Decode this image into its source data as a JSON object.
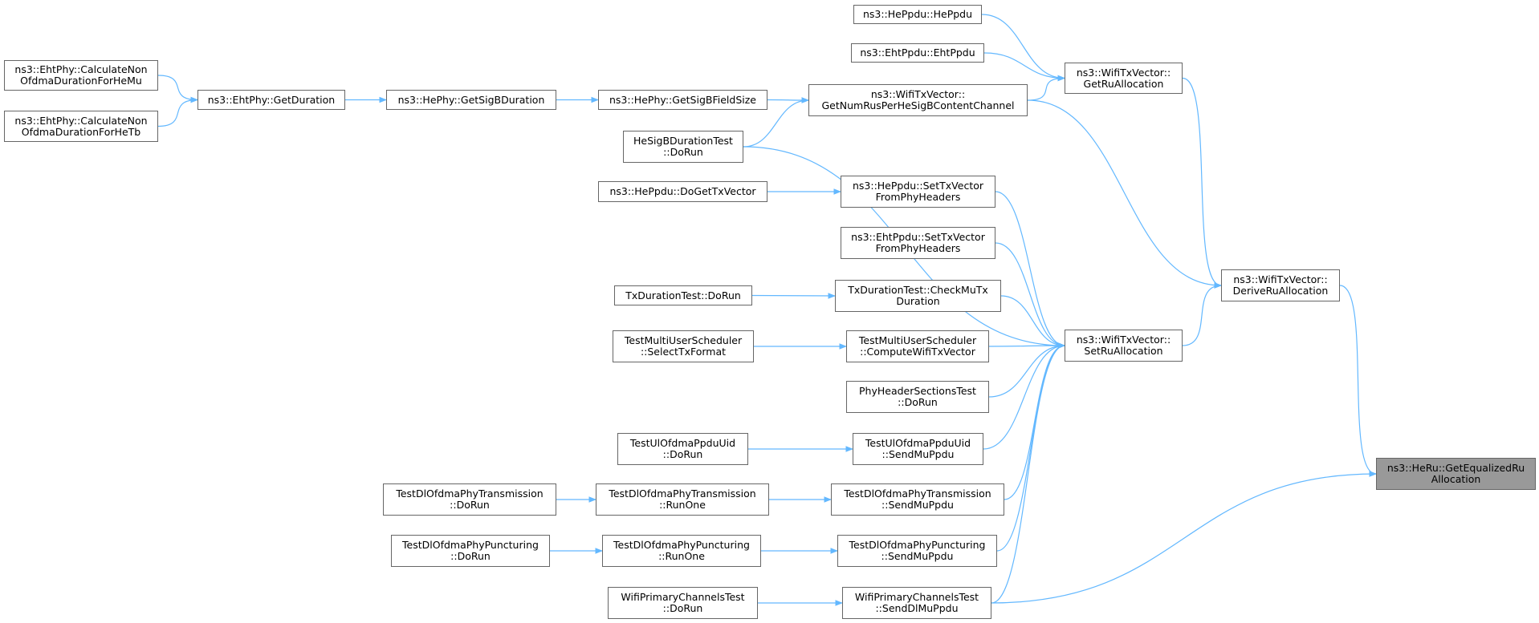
{
  "colors": {
    "edge": "#63b8ff",
    "node_border": "#666666",
    "root_fill": "#999999",
    "node_fill": "#ffffff"
  },
  "nodes": {
    "heppdu_heppdu": {
      "lines": [
        "ns3::HePpdu::HePpdu"
      ]
    },
    "ehtppdu_ehtppdu": {
      "lines": [
        "ns3::EhtPpdu::EhtPpdu"
      ]
    },
    "get_ru_allocation": {
      "lines": [
        "ns3::WifiTxVector::",
        "GetRuAllocation"
      ]
    },
    "calc_non_ofdma_hemu": {
      "lines": [
        "ns3::EhtPhy::CalculateNon",
        "OfdmaDurationForHeMu"
      ]
    },
    "calc_non_ofdma_hetb": {
      "lines": [
        "ns3::EhtPhy::CalculateNon",
        "OfdmaDurationForHeTb"
      ]
    },
    "ehtphy_getduration": {
      "lines": [
        "ns3::EhtPhy::GetDuration"
      ]
    },
    "hephy_getsigbduration": {
      "lines": [
        "ns3::HePhy::GetSigBDuration"
      ]
    },
    "hephy_getsigbfieldsize": {
      "lines": [
        "ns3::HePhy::GetSigBFieldSize"
      ]
    },
    "get_num_rus_per_hesigb": {
      "lines": [
        "ns3::WifiTxVector::",
        "GetNumRusPerHeSigBContentChannel"
      ]
    },
    "hesigb_duration_test_dorun": {
      "lines": [
        "HeSigBDurationTest",
        "::DoRun"
      ]
    },
    "heppdu_dogettxvector": {
      "lines": [
        "ns3::HePpdu::DoGetTxVector"
      ]
    },
    "heppdu_settxvector": {
      "lines": [
        "ns3::HePpdu::SetTxVector",
        "FromPhyHeaders"
      ]
    },
    "ehtppdu_settxvector": {
      "lines": [
        "ns3::EhtPpdu::SetTxVector",
        "FromPhyHeaders"
      ]
    },
    "derive_ru_allocation": {
      "lines": [
        "ns3::WifiTxVector::",
        "DeriveRuAllocation"
      ]
    },
    "txduration_test_dorun": {
      "lines": [
        "TxDurationTest::DoRun"
      ]
    },
    "txduration_checkmutx": {
      "lines": [
        "TxDurationTest::CheckMuTx",
        "Duration"
      ]
    },
    "set_ru_allocation": {
      "lines": [
        "ns3::WifiTxVector::",
        "SetRuAllocation"
      ]
    },
    "tmus_selecttxformat": {
      "lines": [
        "TestMultiUserScheduler",
        "::SelectTxFormat"
      ]
    },
    "tmus_computewifitxvector": {
      "lines": [
        "TestMultiUserScheduler",
        "::ComputeWifiTxVector"
      ]
    },
    "phyheadersections_dorun": {
      "lines": [
        "PhyHeaderSectionsTest",
        "::DoRun"
      ]
    },
    "tulofdma_dorun": {
      "lines": [
        "TestUlOfdmaPpduUid",
        "::DoRun"
      ]
    },
    "tulofdma_sendmuppdu": {
      "lines": [
        "TestUlOfdmaPpduUid",
        "::SendMuPpdu"
      ]
    },
    "get_equalized_ru_allocation": {
      "lines": [
        "ns3::HeRu::GetEqualizedRu",
        "Allocation"
      ]
    },
    "tdlofdma_tx_dorun": {
      "lines": [
        "TestDlOfdmaPhyTransmission",
        "::DoRun"
      ]
    },
    "tdlofdma_tx_runone": {
      "lines": [
        "TestDlOfdmaPhyTransmission",
        "::RunOne"
      ]
    },
    "tdlofdma_tx_sendmuppdu": {
      "lines": [
        "TestDlOfdmaPhyTransmission",
        "::SendMuPpdu"
      ]
    },
    "tdlofdma_punct_dorun": {
      "lines": [
        "TestDlOfdmaPhyPuncturing",
        "::DoRun"
      ]
    },
    "tdlofdma_punct_runone": {
      "lines": [
        "TestDlOfdmaPhyPuncturing",
        "::RunOne"
      ]
    },
    "tdlofdma_punct_sendmuppdu": {
      "lines": [
        "TestDlOfdmaPhyPuncturing",
        "::SendMuPpdu"
      ]
    },
    "wifiprimary_dorun": {
      "lines": [
        "WifiPrimaryChannelsTest",
        "::DoRun"
      ]
    },
    "wifiprimary_senddlmuppdu": {
      "lines": [
        "WifiPrimaryChannelsTest",
        "::SendDlMuPpdu"
      ]
    }
  },
  "edges": [
    [
      "heppdu_heppdu",
      "get_ru_allocation"
    ],
    [
      "ehtppdu_ehtppdu",
      "get_ru_allocation"
    ],
    [
      "get_num_rus_per_hesigb",
      "get_ru_allocation"
    ],
    [
      "calc_non_ofdma_hemu",
      "ehtphy_getduration"
    ],
    [
      "calc_non_ofdma_hetb",
      "ehtphy_getduration"
    ],
    [
      "ehtphy_getduration",
      "hephy_getsigbduration"
    ],
    [
      "hephy_getsigbduration",
      "hephy_getsigbfieldsize"
    ],
    [
      "hephy_getsigbfieldsize",
      "get_num_rus_per_hesigb"
    ],
    [
      "hesigb_duration_test_dorun",
      "get_num_rus_per_hesigb"
    ],
    [
      "get_ru_allocation",
      "derive_ru_allocation"
    ],
    [
      "get_num_rus_per_hesigb",
      "derive_ru_allocation"
    ],
    [
      "hesigb_duration_test_dorun",
      "set_ru_allocation"
    ],
    [
      "heppdu_dogettxvector",
      "heppdu_settxvector"
    ],
    [
      "heppdu_settxvector",
      "set_ru_allocation"
    ],
    [
      "ehtppdu_settxvector",
      "set_ru_allocation"
    ],
    [
      "txduration_test_dorun",
      "txduration_checkmutx"
    ],
    [
      "txduration_checkmutx",
      "set_ru_allocation"
    ],
    [
      "set_ru_allocation",
      "derive_ru_allocation"
    ],
    [
      "tmus_selecttxformat",
      "tmus_computewifitxvector"
    ],
    [
      "tmus_computewifitxvector",
      "set_ru_allocation"
    ],
    [
      "phyheadersections_dorun",
      "set_ru_allocation"
    ],
    [
      "tulofdma_dorun",
      "tulofdma_sendmuppdu"
    ],
    [
      "tulofdma_sendmuppdu",
      "set_ru_allocation"
    ],
    [
      "tdlofdma_tx_dorun",
      "tdlofdma_tx_runone"
    ],
    [
      "tdlofdma_tx_runone",
      "tdlofdma_tx_sendmuppdu"
    ],
    [
      "tdlofdma_tx_sendmuppdu",
      "set_ru_allocation"
    ],
    [
      "tdlofdma_punct_dorun",
      "tdlofdma_punct_runone"
    ],
    [
      "tdlofdma_punct_runone",
      "tdlofdma_punct_sendmuppdu"
    ],
    [
      "tdlofdma_punct_sendmuppdu",
      "set_ru_allocation"
    ],
    [
      "wifiprimary_dorun",
      "wifiprimary_senddlmuppdu"
    ],
    [
      "wifiprimary_senddlmuppdu",
      "set_ru_allocation"
    ],
    [
      "wifiprimary_senddlmuppdu",
      "get_equalized_ru_allocation"
    ],
    [
      "derive_ru_allocation",
      "get_equalized_ru_allocation"
    ]
  ]
}
